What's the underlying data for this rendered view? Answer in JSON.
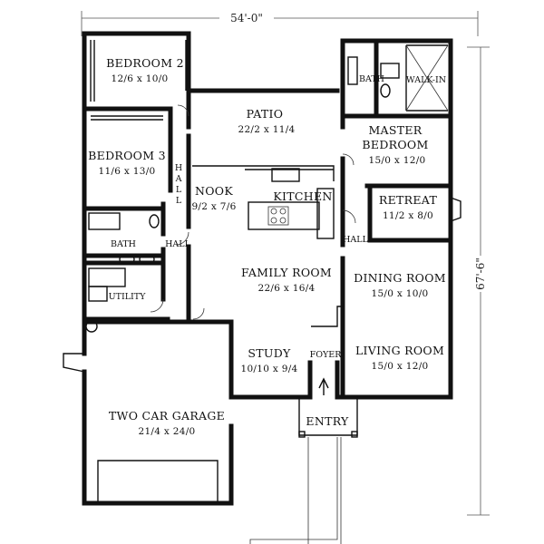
{
  "dimensions": {
    "overall_width": "54'-0\"",
    "overall_depth": "67'-6\""
  },
  "rooms": {
    "bedroom2": {
      "name": "BEDROOM 2",
      "size": "12/6 x 10/0"
    },
    "bedroom3": {
      "name": "BEDROOM 3",
      "size": "11/6 x 13/0"
    },
    "patio": {
      "name": "PATIO",
      "size": "22/2 x 11/4"
    },
    "bath_master": {
      "name": "BATH"
    },
    "walkin": {
      "name": "WALK-IN"
    },
    "master": {
      "name_line1": "MASTER",
      "name_line2": "BEDROOM",
      "size": "15/0 x 12/0"
    },
    "nook": {
      "name": "NOOK",
      "size": "9/2 x 7/6"
    },
    "kitchen": {
      "name": "KITCHEN"
    },
    "retreat": {
      "name": "RETREAT",
      "size": "11/2 x 8/0"
    },
    "bath": {
      "name": "BATH"
    },
    "utility": {
      "name": "UTILITY"
    },
    "family": {
      "name": "FAMILY ROOM",
      "size": "22/6 x 16/4"
    },
    "dining": {
      "name": "DINING ROOM",
      "size": "15/0 x 10/0"
    },
    "study": {
      "name": "STUDY",
      "size": "10/10 x 9/4"
    },
    "foyer": {
      "name": "FOYER"
    },
    "living": {
      "name": "LIVING ROOM",
      "size": "15/0 x 12/0"
    },
    "garage": {
      "name": "TWO CAR GARAGE",
      "size": "21/4 x 24/0"
    },
    "entry": {
      "name": "ENTRY"
    }
  },
  "halls": {
    "hall_vertical": [
      "H",
      "A",
      "L",
      "L"
    ],
    "hall_left": "HALL",
    "hall_right": "HALL"
  }
}
